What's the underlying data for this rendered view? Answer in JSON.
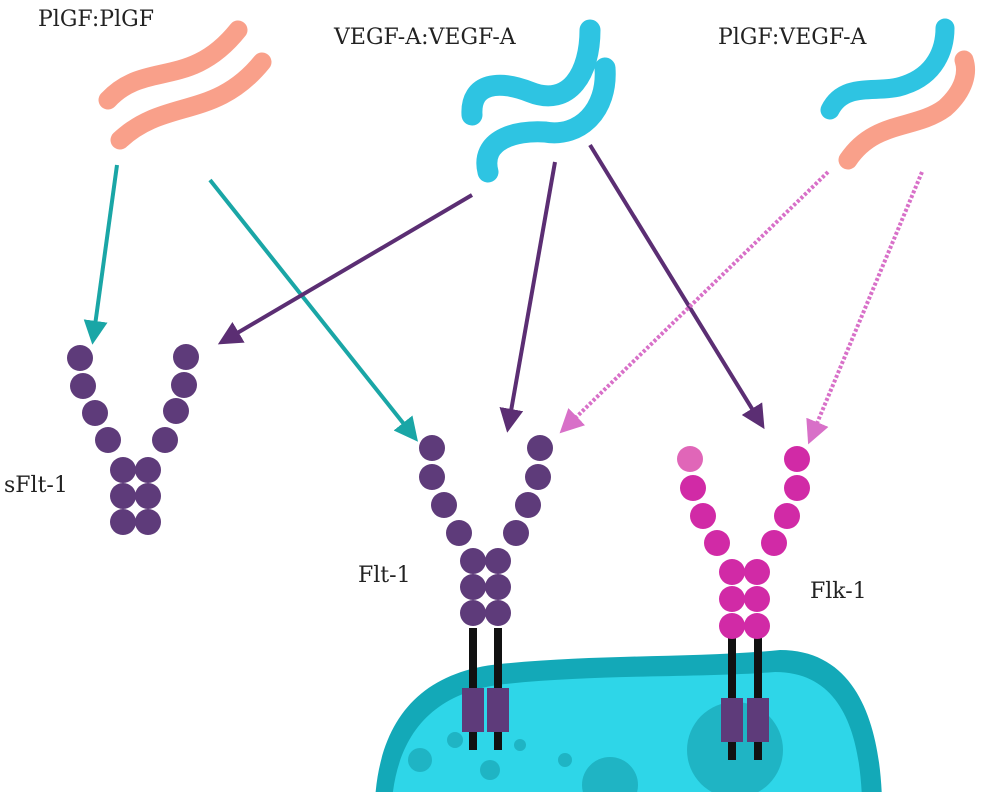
{
  "ligands": [
    {
      "id": "plgf-plgf",
      "label": "PlGF:PlGF"
    },
    {
      "id": "vegfa-vegfa",
      "label": "VEGF-A:VEGF-A"
    },
    {
      "id": "plgf-vegfa",
      "label": "PlGF:VEGF-A"
    }
  ],
  "receptors": [
    {
      "id": "sflt1",
      "label": "sFlt-1"
    },
    {
      "id": "flt1",
      "label": "Flt-1"
    },
    {
      "id": "flk1",
      "label": "Flk-1"
    }
  ],
  "colors": {
    "plgf": "#f9a08a",
    "vegfa": "#2ec4e2",
    "flt_receptor": "#5e3b7a",
    "flk_receptor": "#d12aa6",
    "flk_tip": "#e066b8",
    "arrow_teal": "#1aa6a6",
    "arrow_purple": "#5b2e73",
    "arrow_pink": "#d870c8",
    "cell_body": "#2ed6e8",
    "cell_border": "#13a9b8",
    "cell_dots": "#1fb4c4",
    "membrane_stalk": "#111111"
  }
}
